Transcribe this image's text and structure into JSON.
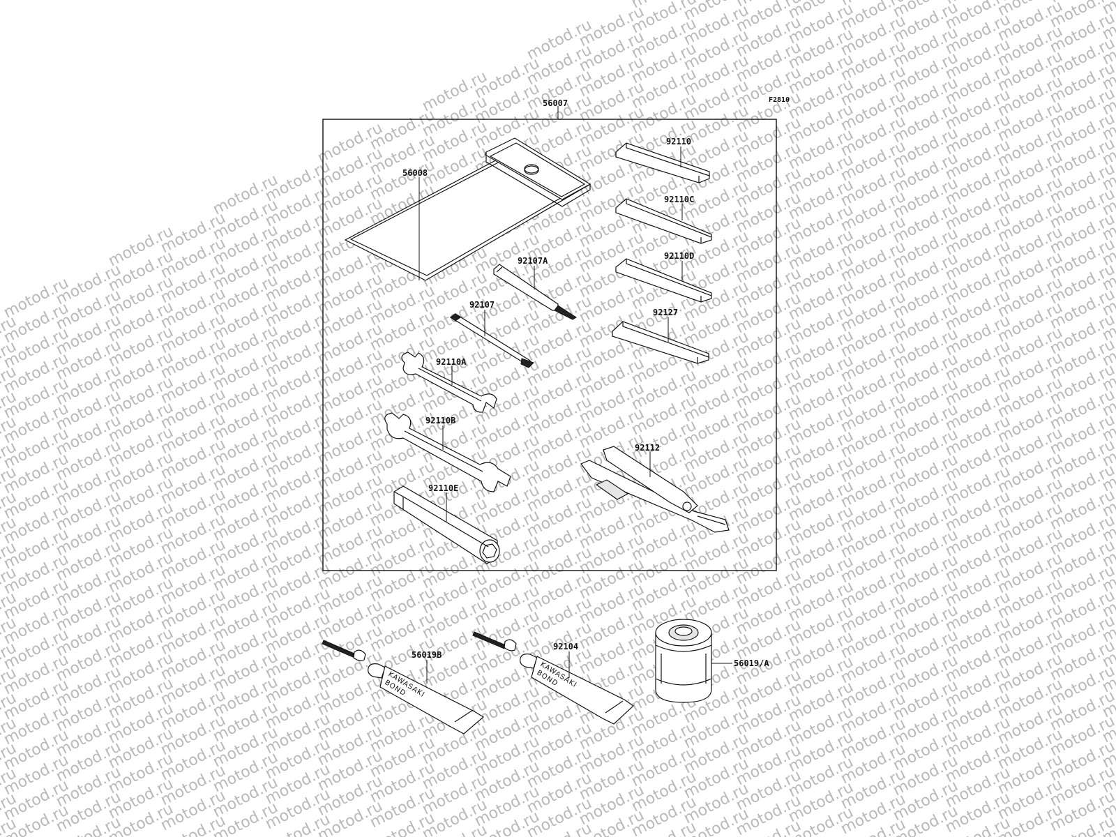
{
  "watermark": {
    "text": "motod.ru"
  },
  "figure": {
    "code": "F2810"
  },
  "kit": {
    "part_number": "56007"
  },
  "parts": {
    "p56008": "56008",
    "p92110": "92110",
    "p92110C": "92110C",
    "p92110D": "92110D",
    "p92127": "92127",
    "p92107A": "92107A",
    "p92107": "92107",
    "p92110A": "92110A",
    "p92110B": "92110B",
    "p92110E": "92110E",
    "p92112": "92112",
    "p56019B": "56019B",
    "p92104": "92104",
    "p56019A": "56019/A"
  },
  "tube_print": {
    "line1": "KAWASAKI",
    "line2": "BOND"
  }
}
